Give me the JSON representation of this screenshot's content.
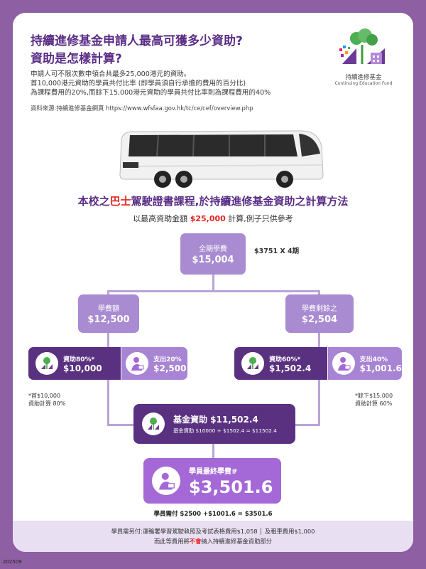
{
  "header": {
    "title_line1": "持續進修基金申請人最高可獲多少資助?",
    "title_line2": "資助是怎樣計算?",
    "intro_line1": "申請人可不限次數申領合共最多25,000港元的資助。",
    "intro_line2": "首10,000港元資助的學員共付比率 (即學員須自行承擔的費用的百分比)",
    "intro_line3": "為課程費用的20%,而餘下15,000港元資助的學員共付比率則為課程費用的40%",
    "source": "資料來源:持續進修基金網頁 https://www.wfsfaa.gov.hk/tc/ce/cef/overview.php"
  },
  "logo": {
    "name_zh": "持續進修基金",
    "name_en": "Continuing Education Fund"
  },
  "section": {
    "title_pre": "本校之",
    "title_red": "巴士",
    "title_post": "駕駛證書課程,於持續進修基金資助之計算方法",
    "sub_pre": "以最高資助金額 ",
    "sub_red": "$25,000",
    "sub_post": " 計算,例子只供參考"
  },
  "flow": {
    "total": {
      "label": "全期學費",
      "value": "$15,004",
      "note": "$3751 X 4期"
    },
    "left": {
      "label": "學費額",
      "value": "$12,500"
    },
    "right": {
      "label": "學費剩餘之",
      "value": "$2,504"
    },
    "left_subsidy": {
      "label": "資助80%*",
      "value": "$10,000"
    },
    "left_pay": {
      "label": "支出20%",
      "value": "$2,500"
    },
    "right_subsidy": {
      "label": "資助60%*",
      "value": "$1,502.4"
    },
    "right_pay": {
      "label": "支出40%",
      "value": "$1,001.6"
    },
    "left_note1": "*首$10,000",
    "left_note2": "資助計算 80%",
    "right_note1": "*餘下$15,000",
    "right_note2": "資助計算 60%",
    "fund": {
      "label": "基金資助 $11,502.4",
      "formula": "基金資助 $10000 + $1502.4 = $11502.4"
    },
    "final": {
      "label": "學員最終學費#",
      "value": "$3,501.6"
    },
    "paid": "學員需付 $2500 +$1001.6 = $3501.6"
  },
  "footer": {
    "line1": "學員需另付:運輸署學習駕駛執照及考試表格費用$1,058 │ 及租車費用$1,000",
    "line2_pre": "而此等費用將",
    "line2_red": "不會",
    "line2_post": "納入持續進修基金資助部分"
  },
  "code": "202509",
  "colors": {
    "background": "#8f5fa4",
    "title": "#5a2d86",
    "box": "#a88bd0",
    "dark": "#5a3180",
    "accent_red": "#e52421"
  }
}
